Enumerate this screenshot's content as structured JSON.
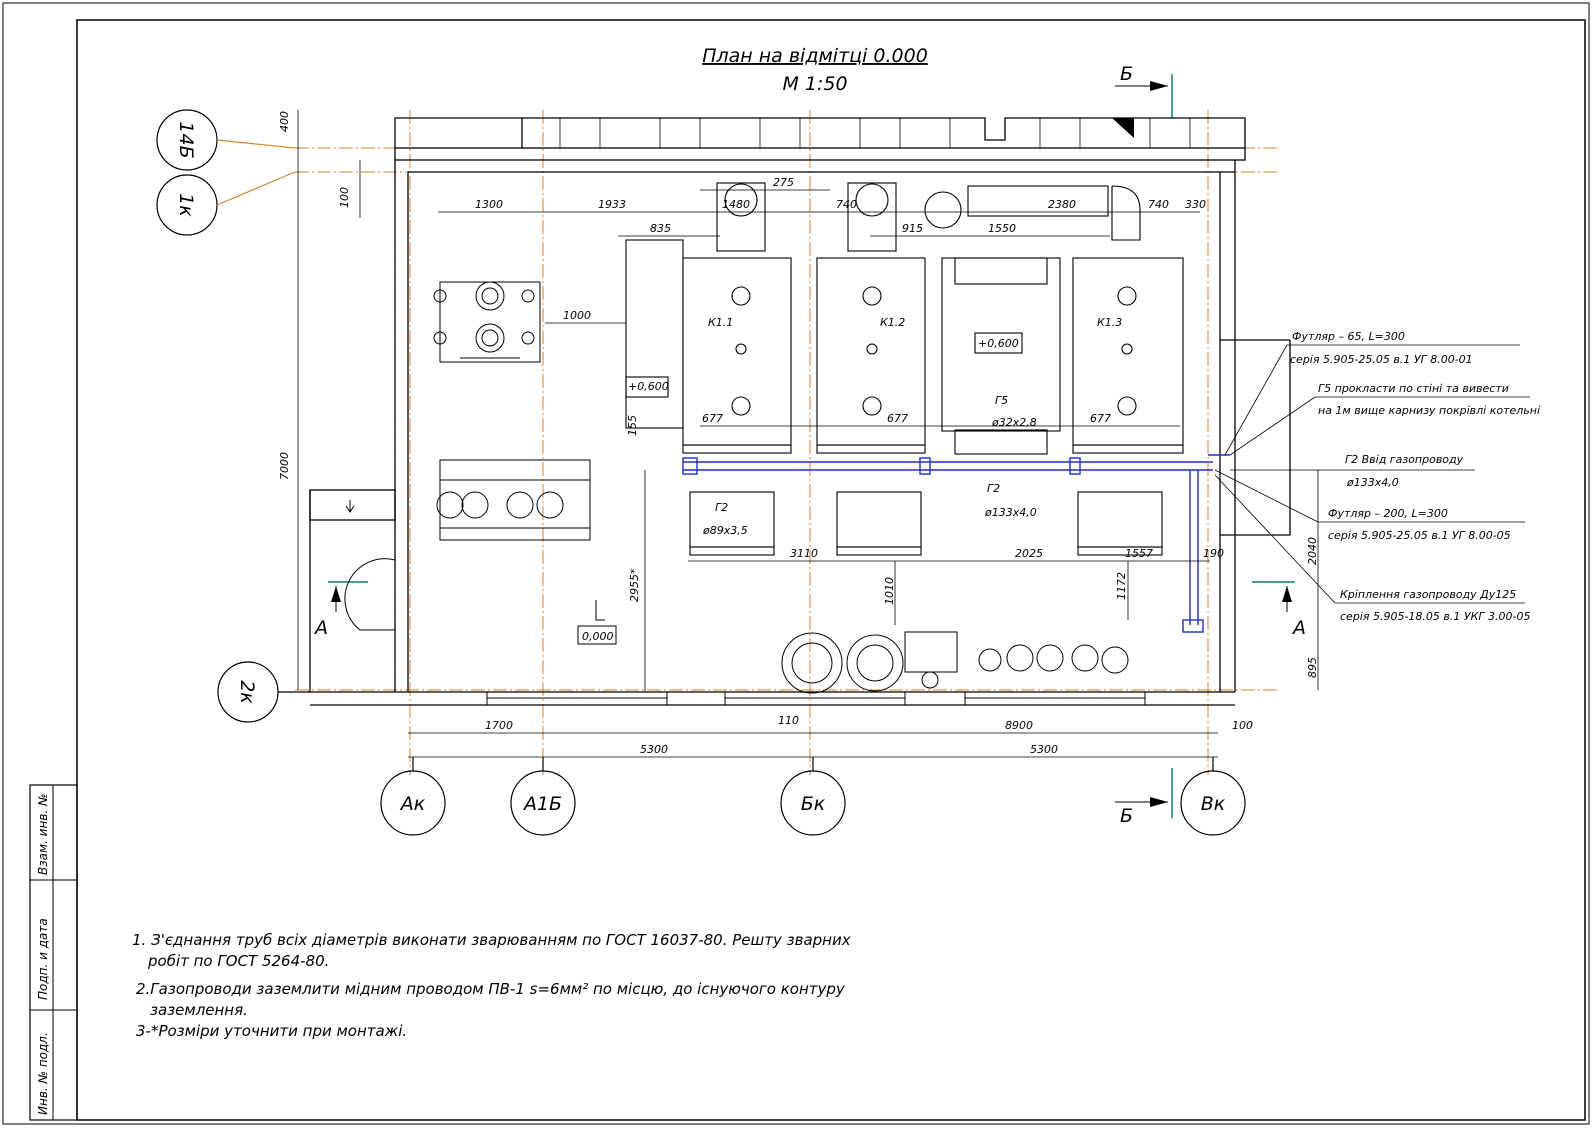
{
  "title": {
    "line1": "План на відмітці 0.000",
    "line2": "М 1:50"
  },
  "section_marks": {
    "b": "Б",
    "a": "А"
  },
  "axes": {
    "vertical": [
      "Ак",
      "А1Б",
      "Бк",
      "Вк"
    ],
    "horizontal": [
      "14Б",
      "1к",
      "2к"
    ]
  },
  "equipment": {
    "boiler1": "К1.1",
    "boiler2": "К1.2",
    "boiler3": "К1.3"
  },
  "levels": {
    "l1": "+0,600",
    "l2": "+0,600",
    "l3": "0,000"
  },
  "pipes": {
    "g5": "Г5",
    "g5_size": "ø32х2,8",
    "g2a": "Г2",
    "g2a_size": "ø89х3,5",
    "g2b": "Г2",
    "g2b_size": "ø133х4,0"
  },
  "dimensions": {
    "top": [
      "1300",
      "1933",
      "275",
      "1480",
      "740",
      "2380",
      "740",
      "330",
      "835",
      "915",
      "1550"
    ],
    "boiler": [
      "677",
      "677",
      "677",
      "155"
    ],
    "middle": [
      "3110",
      "2025",
      "1557",
      "190",
      "1010",
      "1172",
      "1000"
    ],
    "vertical": [
      "400",
      "100",
      "7000",
      "2955*",
      "2040",
      "895"
    ],
    "bottom": [
      "1700",
      "110",
      "8900",
      "100",
      "5300",
      "5300"
    ]
  },
  "callouts": {
    "c1a": "Футляр – 65, L=300",
    "c1b": "серія 5.905-25.05 в.1 УГ 8.00-01",
    "c2a": "Г5 прокласти по стіні та вивести",
    "c2b": "на 1м вище карнизу покрівлі котельні",
    "c3a": "Г2 Ввід газопроводу",
    "c3b": "ø133х4,0",
    "c4a": "Футляр – 200, L=300",
    "c4b": "серія 5.905-25.05 в.1 УГ 8.00-05",
    "c5a": "Кріплення газопроводу Ду125",
    "c5b": "серія 5.905-18.05 в.1 УКГ 3.00-05"
  },
  "notes": {
    "n1a": "1. З'єднання труб всіх діаметрів виконати зварюванням по ГОСТ 16037-80.  Решту зварних",
    "n1b": "робіт по ГОСТ 5264-80.",
    "n2a": "2.Газопроводи заземлити мідним проводом ПВ-1 s=6мм² по місцю, до існуючого контуру",
    "n2b": "заземлення.",
    "n3": "3-*Розміри уточнити при монтажі."
  },
  "stamp": {
    "s1": "Взам. инв. №",
    "s2": "Подп. и дата",
    "s3": "Инв. № подл."
  },
  "colors": {
    "line": "#000000",
    "axis_line": "#d9822b",
    "gas_pipe": "#1f2fbf",
    "section": "#0a7a7a",
    "leader": "#d9822b"
  }
}
